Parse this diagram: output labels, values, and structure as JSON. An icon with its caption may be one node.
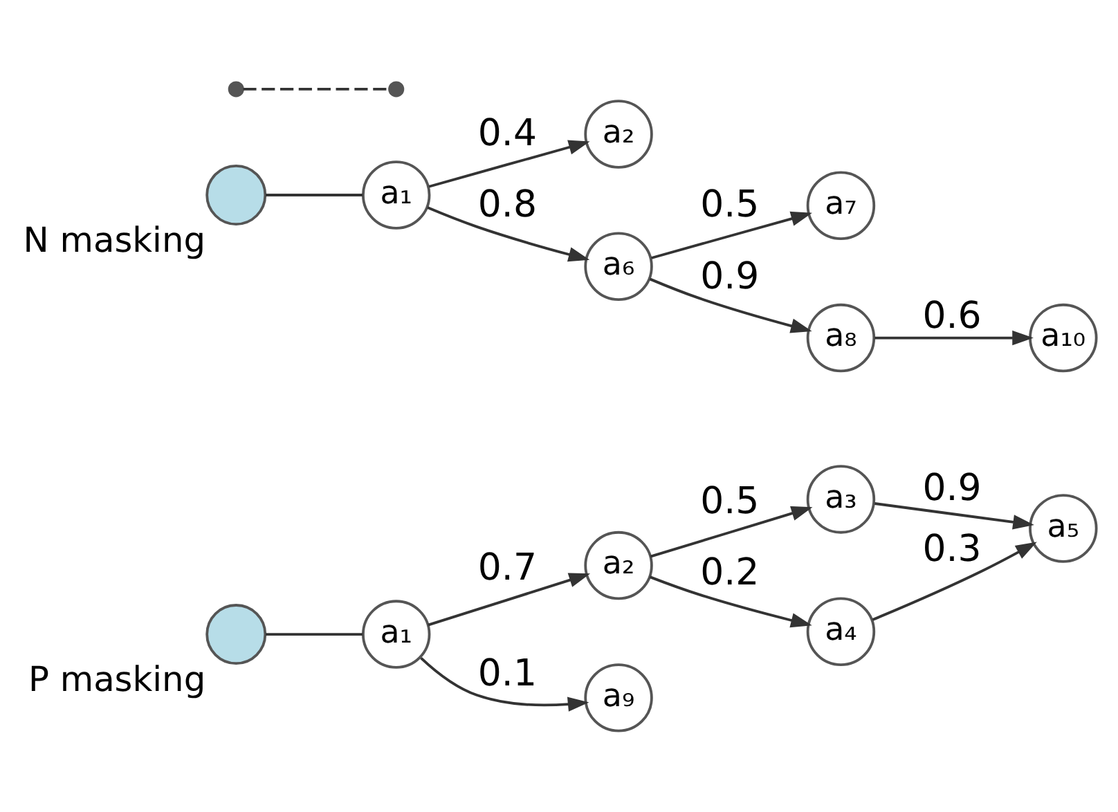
{
  "diagram": {
    "nodes": [
      {
        "text": [],
        "shape": "circle",
        "beside": [
          "P masking"
        ]
      },
      {
        "text": [
          "a₁"
        ]
      },
      {
        "text": [
          "a₂"
        ]
      },
      {
        "text": [
          "a₃"
        ]
      },
      {
        "text": [
          "a₄"
        ]
      },
      {
        "text": [
          "a₅"
        ]
      },
      {
        "text": [
          "a₉"
        ]
      },
      {
        "text": [],
        "shape": "circle",
        "beside": [
          "N masking"
        ]
      },
      {
        "text": [
          "a₁"
        ]
      },
      {
        "text": [
          "a₂"
        ]
      },
      {
        "text": [
          "a₆"
        ]
      },
      {
        "text": [
          "a₇"
        ]
      },
      {
        "text": [
          "a₈"
        ]
      },
      {
        "text": [
          "a₁₀"
        ]
      },
      {
        "text": [],
        "shape": "dot"
      },
      {
        "text": [],
        "shape": "dot"
      }
    ],
    "edges": [
      {
        "from": 0,
        "to": 1,
        "arrow": "none"
      },
      {
        "from": 1,
        "to": 2,
        "arrow": "to",
        "label": "0.7"
      },
      {
        "from": 2,
        "to": 3,
        "arrow": "to",
        "label": "0.5"
      },
      {
        "from": 3,
        "to": 5,
        "arrow": "to",
        "label": "0.9"
      },
      {
        "from": 2,
        "to": 4,
        "arrow": "to",
        "label": "0.2"
      },
      {
        "from": 4,
        "to": 5,
        "arrow": "to",
        "label": "0.3"
      },
      {
        "from": 1,
        "to": 6,
        "arrow": "to",
        "label": "0.1"
      },
      {
        "from": 7,
        "to": 8,
        "arrow": "none"
      },
      {
        "from": 8,
        "to": 9,
        "arrow": "to",
        "label": "0.4"
      },
      {
        "from": 8,
        "to": 10,
        "arrow": "to",
        "label": "0.8"
      },
      {
        "from": 10,
        "to": 11,
        "arrow": "to",
        "label": "0.5"
      },
      {
        "from": 10,
        "to": 12,
        "arrow": "to",
        "label": "0.9"
      },
      {
        "from": 12,
        "to": 13,
        "arrow": "to",
        "label": "0.6"
      },
      {
        "from": 14,
        "to": 15,
        "arrow": "none",
        "style": "dashed"
      }
    ]
  }
}
